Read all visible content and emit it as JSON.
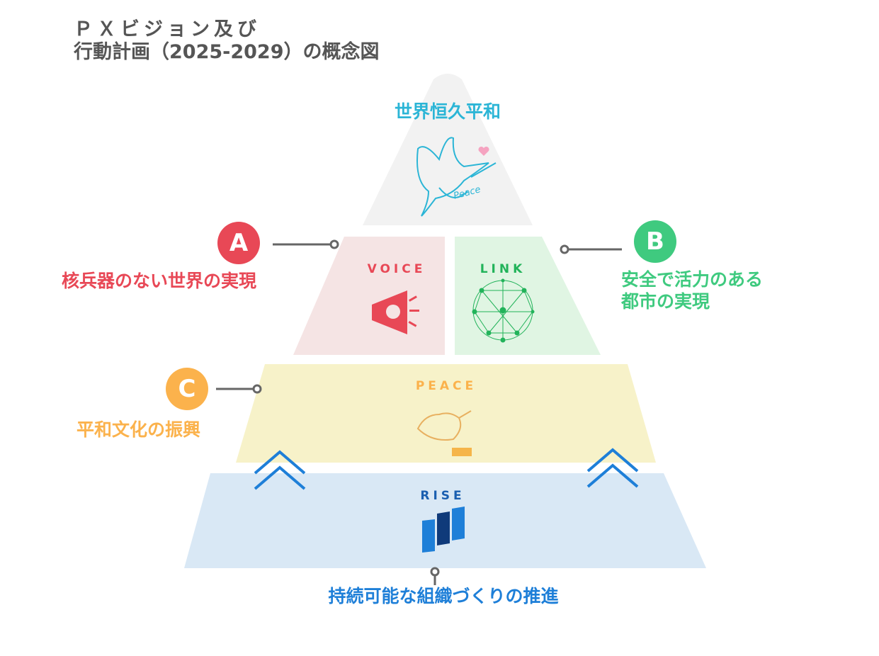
{
  "title": {
    "line1": "ＰＸビジョン及び",
    "line2": "行動計画（2025-2029）の概念図"
  },
  "top": {
    "label": "世界恒久平和",
    "icon_text": "Peace"
  },
  "tiers": {
    "voice": "VOICE",
    "link": "LINK",
    "peace": "PEACE",
    "rise": "RISE"
  },
  "callouts": {
    "a": {
      "badge": "A",
      "text": "核兵器のない世界の実現",
      "color": "#e84856"
    },
    "b": {
      "badge": "B",
      "line1": "安全で活力のある",
      "line2": "都市の実現",
      "color": "#3fca7f"
    },
    "c": {
      "badge": "C",
      "text": "平和文化の振興",
      "color": "#fbb24c"
    },
    "bottom": {
      "text": "持続可能な組織づくりの推進",
      "color": "#1e7fd8"
    }
  }
}
